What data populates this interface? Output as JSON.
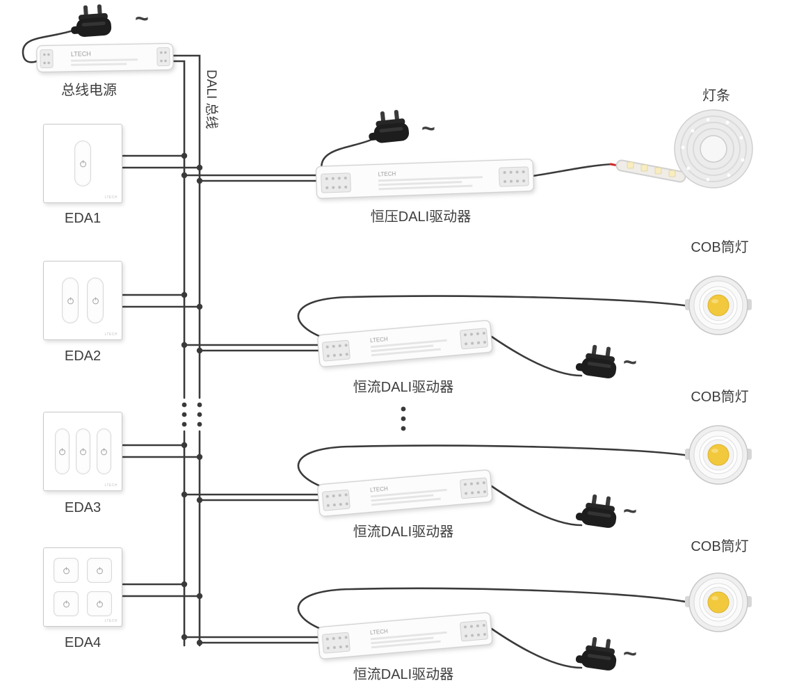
{
  "labels": {
    "bus_power": "总线电源",
    "dali_bus": "DALI 总线",
    "cv_driver": "恒压DALI驱动器",
    "cc_driver": "恒流DALI驱动器",
    "led_strip": "灯条",
    "cob_light": "COB筒灯",
    "ac_symbol": "~",
    "brand": "LTECH"
  },
  "panels": [
    {
      "label": "EDA1",
      "buttons": 1
    },
    {
      "label": "EDA2",
      "buttons": 2
    },
    {
      "label": "EDA3",
      "buttons": 3
    },
    {
      "label": "EDA4",
      "buttons": 4
    }
  ],
  "colors": {
    "wire": "#3a3a3a",
    "label_text": "#3d3d3d",
    "cob_led_yellow": "#f2c93c",
    "strip_wire_red": "#cc2a2a"
  }
}
